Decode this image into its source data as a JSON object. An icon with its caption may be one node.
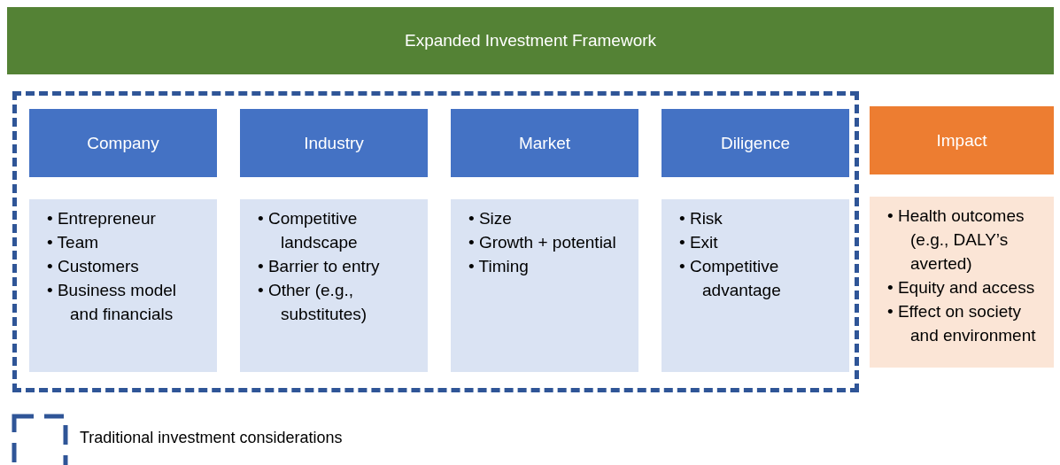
{
  "diagram": {
    "nodes": [
      {
        "text": [
          "Expanded Investment Framework"
        ]
      },
      {
        "text": [],
        "shape": "box"
      },
      {
        "text": [
          "Company"
        ],
        "in": 1
      },
      {
        "text": [
          "• Entrepreneur",
          "• Team",
          "• Customers",
          "• Business model and financials"
        ],
        "in": 1
      },
      {
        "text": [
          "Industry"
        ],
        "in": 1
      },
      {
        "text": [
          "• Competitive landscape",
          "• Barrier to entry",
          "• Other (e.g., substitutes)"
        ],
        "in": 1
      },
      {
        "text": [
          "Market"
        ],
        "in": 1
      },
      {
        "text": [
          "• Size",
          "• Growth + potential",
          "• Timing"
        ],
        "in": 1
      },
      {
        "text": [
          "Diligence"
        ],
        "in": 1
      },
      {
        "text": [
          "• Risk",
          "• Exit",
          "• Competitive advantage"
        ],
        "in": 1
      },
      {
        "text": [
          "Impact"
        ]
      },
      {
        "text": [
          "• Health outcomes (e.g.,  DALY’s averted)",
          "• Equity and access",
          "• Effect on society and environment"
        ]
      }
    ],
    "edges": [],
    "legend": [
      {
        "text": "Traditional investment considerations"
      }
    ]
  }
}
